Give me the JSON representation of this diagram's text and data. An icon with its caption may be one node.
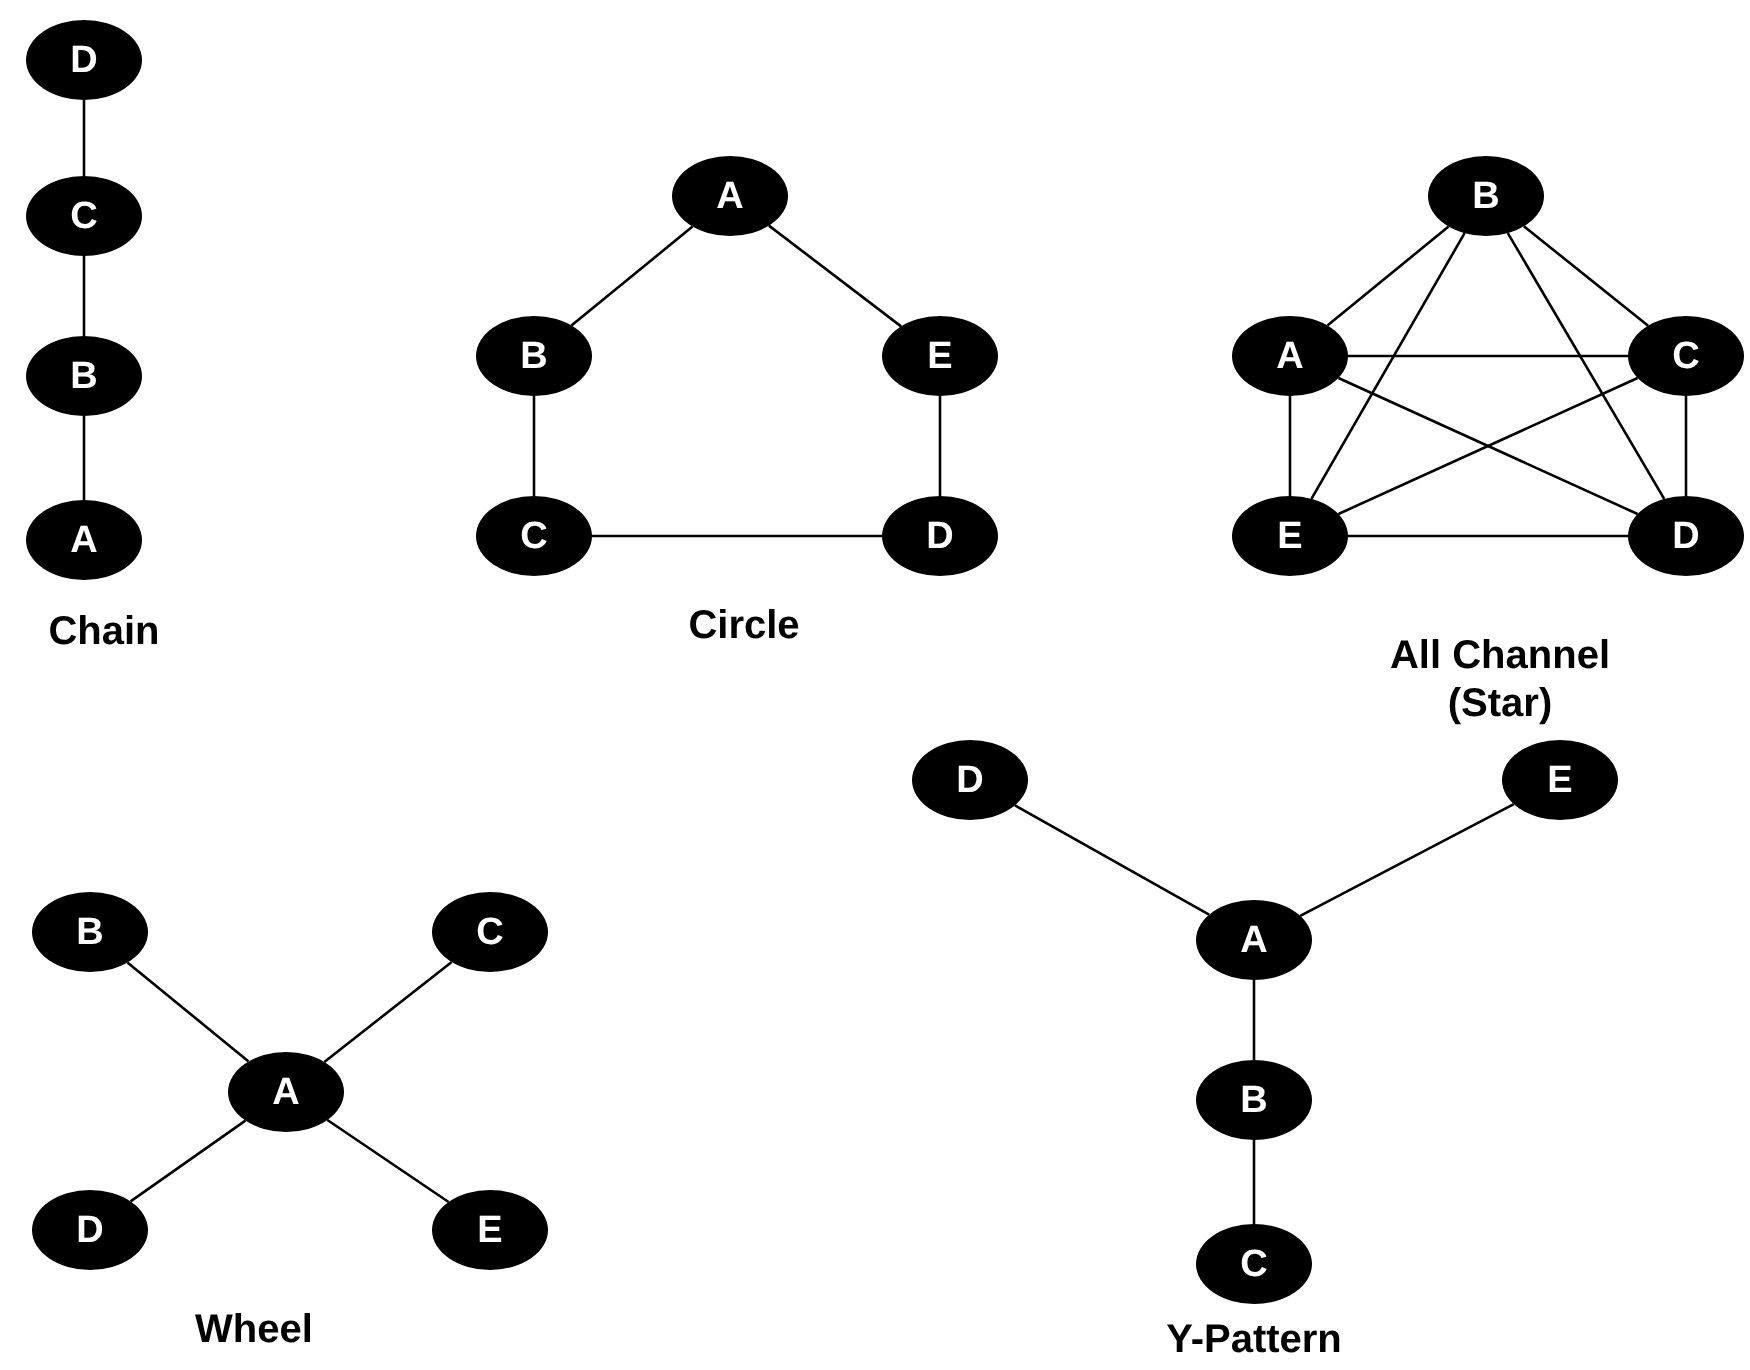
{
  "diagram": {
    "nodes": [
      {
        "text": [
          "D"
        ]
      },
      {
        "text": [
          "C"
        ]
      },
      {
        "text": [
          "B"
        ]
      },
      {
        "text": [
          "A"
        ]
      },
      {
        "text": [
          "A"
        ]
      },
      {
        "text": [
          "B"
        ]
      },
      {
        "text": [
          "E"
        ]
      },
      {
        "text": [
          "C"
        ]
      },
      {
        "text": [
          "D"
        ]
      },
      {
        "text": [
          "B"
        ]
      },
      {
        "text": [
          "A"
        ]
      },
      {
        "text": [
          "C"
        ]
      },
      {
        "text": [
          "E"
        ]
      },
      {
        "text": [
          "D"
        ]
      },
      {
        "text": [
          "B"
        ]
      },
      {
        "text": [
          "C"
        ]
      },
      {
        "text": [
          "A"
        ]
      },
      {
        "text": [
          "D"
        ]
      },
      {
        "text": [
          "E"
        ]
      },
      {
        "text": [
          "D"
        ]
      },
      {
        "text": [
          "E"
        ]
      },
      {
        "text": [
          "A"
        ]
      },
      {
        "text": [
          "B"
        ]
      },
      {
        "text": [
          "C"
        ]
      }
    ],
    "edges": [
      {
        "from": 0,
        "to": 1,
        "arrow": "none"
      },
      {
        "from": 1,
        "to": 2,
        "arrow": "none"
      },
      {
        "from": 2,
        "to": 3,
        "arrow": "none"
      },
      {
        "from": 4,
        "to": 5,
        "arrow": "none"
      },
      {
        "from": 4,
        "to": 6,
        "arrow": "none"
      },
      {
        "from": 5,
        "to": 7,
        "arrow": "none"
      },
      {
        "from": 6,
        "to": 8,
        "arrow": "none"
      },
      {
        "from": 7,
        "to": 8,
        "arrow": "none"
      },
      {
        "from": 9,
        "to": 10,
        "arrow": "none"
      },
      {
        "from": 9,
        "to": 11,
        "arrow": "none"
      },
      {
        "from": 9,
        "to": 12,
        "arrow": "none"
      },
      {
        "from": 9,
        "to": 13,
        "arrow": "none"
      },
      {
        "from": 10,
        "to": 11,
        "arrow": "none"
      },
      {
        "from": 10,
        "to": 12,
        "arrow": "none"
      },
      {
        "from": 10,
        "to": 13,
        "arrow": "none"
      },
      {
        "from": 11,
        "to": 12,
        "arrow": "none"
      },
      {
        "from": 11,
        "to": 13,
        "arrow": "none"
      },
      {
        "from": 12,
        "to": 13,
        "arrow": "none"
      },
      {
        "from": 16,
        "to": 14,
        "arrow": "none"
      },
      {
        "from": 16,
        "to": 15,
        "arrow": "none"
      },
      {
        "from": 16,
        "to": 17,
        "arrow": "none"
      },
      {
        "from": 16,
        "to": 18,
        "arrow": "none"
      },
      {
        "from": 21,
        "to": 19,
        "arrow": "none"
      },
      {
        "from": 21,
        "to": 20,
        "arrow": "none"
      },
      {
        "from": 21,
        "to": 22,
        "arrow": "none"
      },
      {
        "from": 22,
        "to": 23,
        "arrow": "none"
      }
    ],
    "labels": [
      "Chain",
      "Circle",
      "All Channel (Star)",
      "Wheel",
      "Y-Pattern"
    ]
  }
}
